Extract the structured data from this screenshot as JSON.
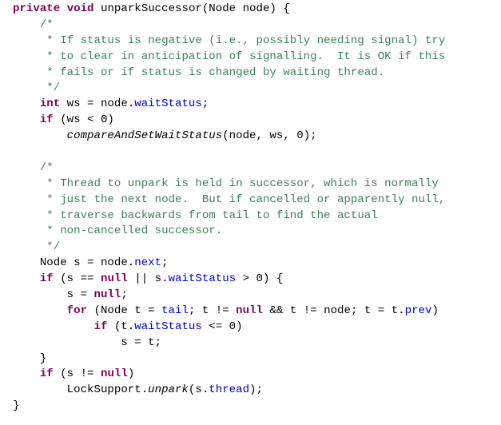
{
  "code": {
    "colors": {
      "keyword": "#7F0055",
      "comment": "#3F7F5F",
      "field": "#0000C0",
      "text": "#000000"
    },
    "lines": [
      [
        [
          "private",
          "k"
        ],
        [
          " ",
          "p"
        ],
        [
          "void",
          "k"
        ],
        [
          " unparkSuccessor(Node node) {",
          "p"
        ]
      ],
      [
        [
          "    ",
          "p"
        ],
        [
          "/*",
          "c"
        ]
      ],
      [
        [
          "     ",
          "p"
        ],
        [
          "* If status is negative (i.e., possibly needing signal) try",
          "c"
        ]
      ],
      [
        [
          "     ",
          "p"
        ],
        [
          "* to clear in anticipation of signalling.  It is OK if this",
          "c"
        ]
      ],
      [
        [
          "     ",
          "p"
        ],
        [
          "* fails or if status is changed by waiting thread.",
          "c"
        ]
      ],
      [
        [
          "     ",
          "p"
        ],
        [
          "*/",
          "c"
        ]
      ],
      [
        [
          "    ",
          "p"
        ],
        [
          "int",
          "k"
        ],
        [
          " ws = node.",
          "p"
        ],
        [
          "waitStatus",
          "f"
        ],
        [
          ";",
          "p"
        ]
      ],
      [
        [
          "    ",
          "p"
        ],
        [
          "if",
          "k"
        ],
        [
          " (ws < 0)",
          "p"
        ]
      ],
      [
        [
          "        ",
          "p"
        ],
        [
          "compareAndSetWaitStatus",
          "i"
        ],
        [
          "(node, ws, 0);",
          "p"
        ]
      ],
      [],
      [
        [
          "    ",
          "p"
        ],
        [
          "/*",
          "c"
        ]
      ],
      [
        [
          "     ",
          "p"
        ],
        [
          "* Thread to unpark is held in successor, which is normally",
          "c"
        ]
      ],
      [
        [
          "     ",
          "p"
        ],
        [
          "* just the next node.  But if cancelled or apparently null,",
          "c"
        ]
      ],
      [
        [
          "     ",
          "p"
        ],
        [
          "* traverse backwards from tail to find the actual",
          "c"
        ]
      ],
      [
        [
          "     ",
          "p"
        ],
        [
          "* non-cancelled successor.",
          "c"
        ]
      ],
      [
        [
          "     ",
          "p"
        ],
        [
          "*/",
          "c"
        ]
      ],
      [
        [
          "    Node s = node.",
          "p"
        ],
        [
          "next",
          "f"
        ],
        [
          ";",
          "p"
        ]
      ],
      [
        [
          "    ",
          "p"
        ],
        [
          "if",
          "k"
        ],
        [
          " (s == ",
          "p"
        ],
        [
          "null",
          "k"
        ],
        [
          " || s.",
          "p"
        ],
        [
          "waitStatus",
          "f"
        ],
        [
          " > 0) {",
          "p"
        ]
      ],
      [
        [
          "        s = ",
          "p"
        ],
        [
          "null",
          "k"
        ],
        [
          ";",
          "p"
        ]
      ],
      [
        [
          "        ",
          "p"
        ],
        [
          "for",
          "k"
        ],
        [
          " (Node t = ",
          "p"
        ],
        [
          "tail",
          "f"
        ],
        [
          "; t != ",
          "p"
        ],
        [
          "null",
          "k"
        ],
        [
          " && t != node; t = t.",
          "p"
        ],
        [
          "prev",
          "f"
        ],
        [
          ")",
          "p"
        ]
      ],
      [
        [
          "            ",
          "p"
        ],
        [
          "if",
          "k"
        ],
        [
          " (t.",
          "p"
        ],
        [
          "waitStatus",
          "f"
        ],
        [
          " <= 0)",
          "p"
        ]
      ],
      [
        [
          "                s = t;",
          "p"
        ]
      ],
      [
        [
          "    }",
          "p"
        ]
      ],
      [
        [
          "    ",
          "p"
        ],
        [
          "if",
          "k"
        ],
        [
          " (s != ",
          "p"
        ],
        [
          "null",
          "k"
        ],
        [
          ")",
          "p"
        ]
      ],
      [
        [
          "        LockSupport.",
          "p"
        ],
        [
          "unpark",
          "i"
        ],
        [
          "(s.",
          "p"
        ],
        [
          "thread",
          "f"
        ],
        [
          ");",
          "p"
        ]
      ],
      [
        [
          "}",
          "p"
        ]
      ]
    ]
  }
}
